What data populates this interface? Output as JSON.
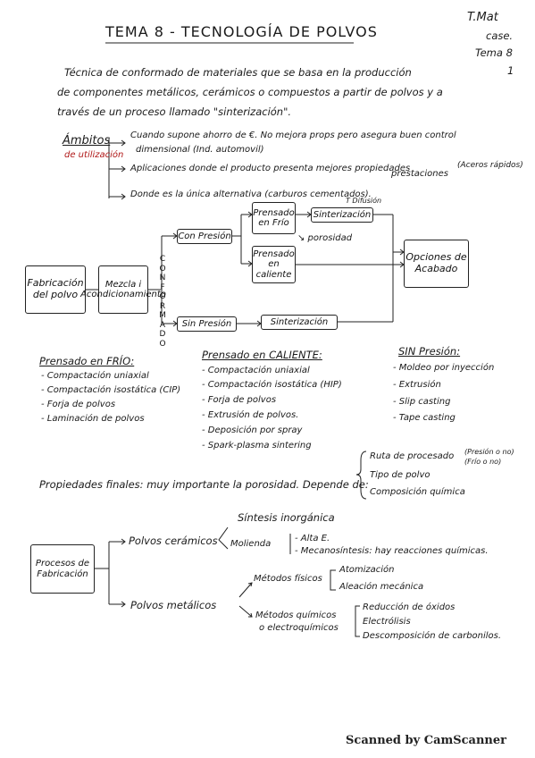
{
  "header": {
    "title": "TEMA 8 - TECNOLOGÍA DE POLVOS",
    "corner": [
      "T.Mat",
      "case.",
      "Tema 8",
      "1"
    ]
  },
  "intro": [
    "Técnica de conformado de materiales que se basa en la producción",
    "de componentes metálicos, cerámicos o compuestos a partir de polvos y a",
    "través de un proceso llamado \"sinterización\"."
  ],
  "ambitos": {
    "label": "Ámbitos",
    "sublabel": "de utilización",
    "items": [
      "Cuando supone ahorro de €. No mejora props pero asegura buen control",
      "dimensional (Ind. automovil)",
      "Aplicaciones donde el producto presenta mejores propiedades",
      "prestaciones",
      "(Aceros rápidos)",
      "Donde es la única alternativa (carburos cementados)."
    ]
  },
  "flow": {
    "fabricacion": "Fabricación del polvo",
    "mezcla": "Mezcla i Acondicionamiento",
    "conformado": "CONFORMADO",
    "con_presion": "Con Presión",
    "sin_presion": "Sin Presión",
    "prensado_frio": "Prensado en Frío",
    "prensado_caliente": "Prensado en caliente",
    "sinterizacion_top": "Sinterización",
    "t_difusion": "T Difusión",
    "porosidad": "↘ porosidad",
    "sinterizacion_bottom": "Sinterización",
    "opciones": "Opciones de Acabado"
  },
  "lists": {
    "frio": {
      "title": "Prensado en FRÍO:",
      "items": [
        "- Compactación uniaxial",
        "- Compactación isostática (CIP)",
        "- Forja de polvos",
        "- Laminación de polvos"
      ]
    },
    "caliente": {
      "title": "Prensado en CALIENTE:",
      "items": [
        "- Compactación uniaxial",
        "- Compactación isostática (HIP)",
        "- Forja de polvos",
        "- Extrusión de polvos.",
        "- Deposición por spray",
        "- Spark-plasma sintering"
      ]
    },
    "sin": {
      "title": "SIN Presión:",
      "items": [
        "- Moldeo por inyección",
        "- Extrusión",
        "- Slip casting",
        "- Tape casting"
      ]
    }
  },
  "propiedades": {
    "text": "Propiedades finales: muy importante la porosidad. Depende de:",
    "items": [
      "Ruta de procesado",
      "Tipo de polvo",
      "Composición química"
    ],
    "note": "(Presión o no) (Frío o no)"
  },
  "procesos": {
    "box": "Procesos de Fabricación",
    "ceramicos": "Polvos cerámicos",
    "sintesis": "Síntesis inorgánica",
    "molienda": "Molienda",
    "alta": "- Alta E.",
    "mecano": "- Mecanosíntesis: hay reacciones químicas.",
    "metalicos": "Polvos metálicos",
    "fisicos": "Métodos físicos",
    "atomizacion": "Atomización",
    "aleacion": "Aleación mecánica",
    "quimicos": "Métodos químicos",
    "quimicos2": "o electroquímicos",
    "reduccion": "Reducción de óxidos",
    "electrolisis": "Electrólisis",
    "descomposicion": "Descomposición de carbonilos."
  },
  "footer": "Scanned by CamScanner"
}
